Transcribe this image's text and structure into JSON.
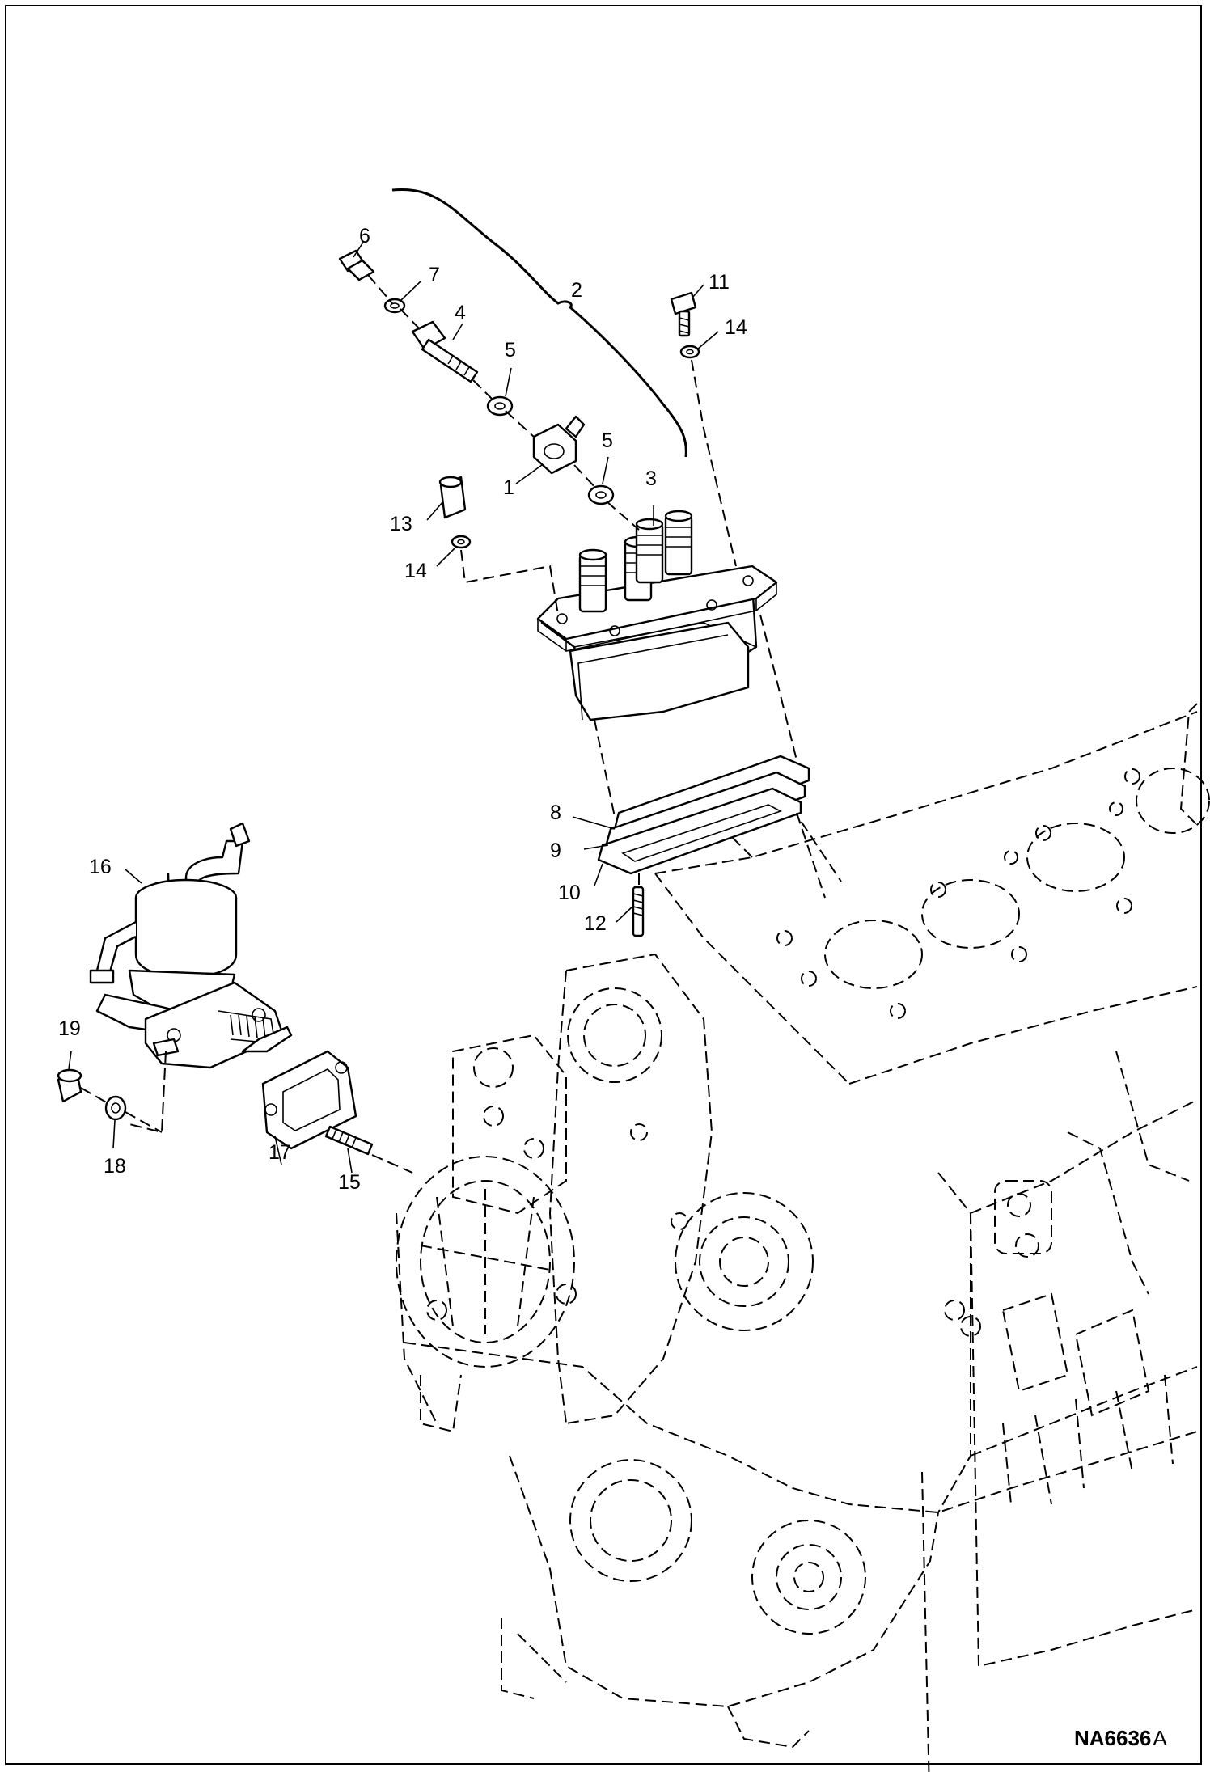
{
  "figure_id": "NA6636",
  "revision": "A",
  "callouts": {
    "c1": "1",
    "c2": "2",
    "c3": "3",
    "c4": "4",
    "c5a": "5",
    "c5b": "5",
    "c6": "6",
    "c7": "7",
    "c8": "8",
    "c9": "9",
    "c10": "10",
    "c11": "11",
    "c12": "12",
    "c13": "13",
    "c14a": "14",
    "c14b": "14",
    "c15": "15",
    "c16": "16",
    "c17": "17",
    "c18": "18",
    "c19": "19"
  }
}
